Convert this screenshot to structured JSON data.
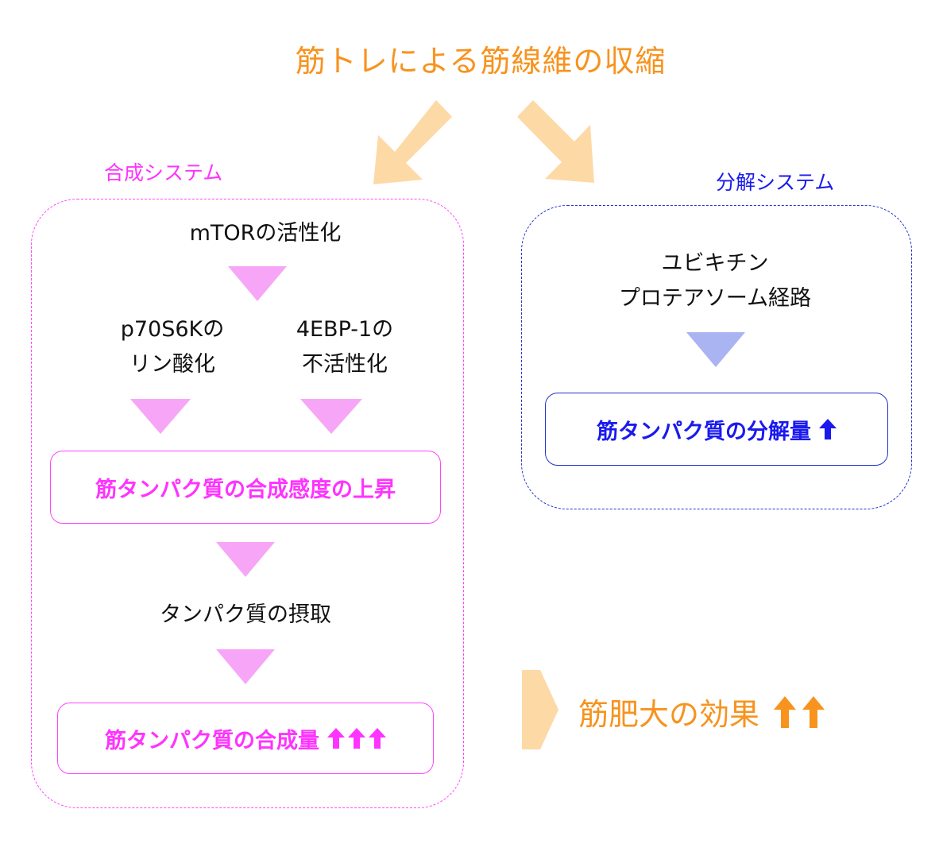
{
  "title": "筋トレによる筋線維の収縮",
  "synthesis": {
    "label": "合成システム",
    "mtor": "mTORの活性化",
    "p70_line1": "p70S6Kの",
    "p70_line2": "リン酸化",
    "ebp_line1": "4EBP-1の",
    "ebp_line2": "不活性化",
    "sensitivity": "筋タンパク質の合成感度の上昇",
    "intake": "タンパク質の摂取",
    "amount": "筋タンパク質の合成量"
  },
  "degradation": {
    "label": "分解システム",
    "line1": "ユビキチン",
    "line2": "プロテアソーム経路",
    "amount": "筋タンパク質の分解量"
  },
  "result": {
    "label": "筋肥大の効果"
  },
  "colors": {
    "orange": "#f7931e",
    "arrow_orange": "#fdd9a6",
    "magenta": "#ff33ff",
    "pink_triangle": "#f7a6f7",
    "blue": "#1a1aee",
    "blue_triangle": "#aab4f2"
  },
  "icons": {
    "up": "up-arrow-icon",
    "down": "down-triangle-icon",
    "right": "right-chevron-icon"
  }
}
